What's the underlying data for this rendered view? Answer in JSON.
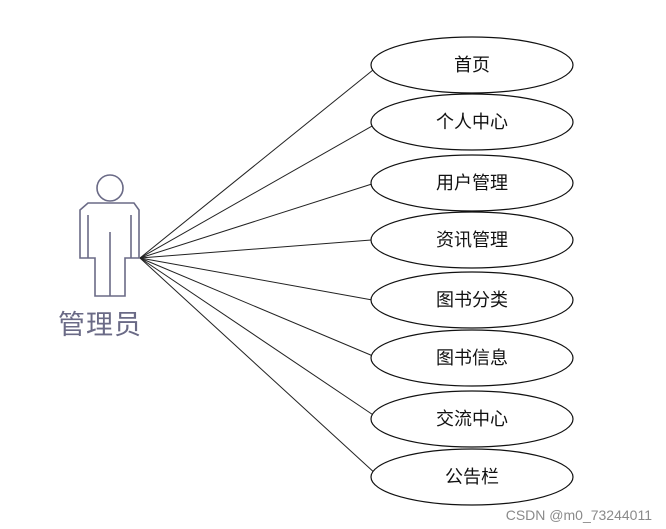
{
  "actor": {
    "label": "管理员"
  },
  "use_cases": [
    {
      "label": "首页"
    },
    {
      "label": "个人中心"
    },
    {
      "label": "用户管理"
    },
    {
      "label": "资讯管理"
    },
    {
      "label": "图书分类"
    },
    {
      "label": "图书信息"
    },
    {
      "label": "交流中心"
    },
    {
      "label": "公告栏"
    }
  ],
  "watermark": "CSDN @m0_73244011",
  "colors": {
    "actor_stroke": "#6a6a86",
    "line": "#222222",
    "ellipse_stroke": "#111111"
  }
}
